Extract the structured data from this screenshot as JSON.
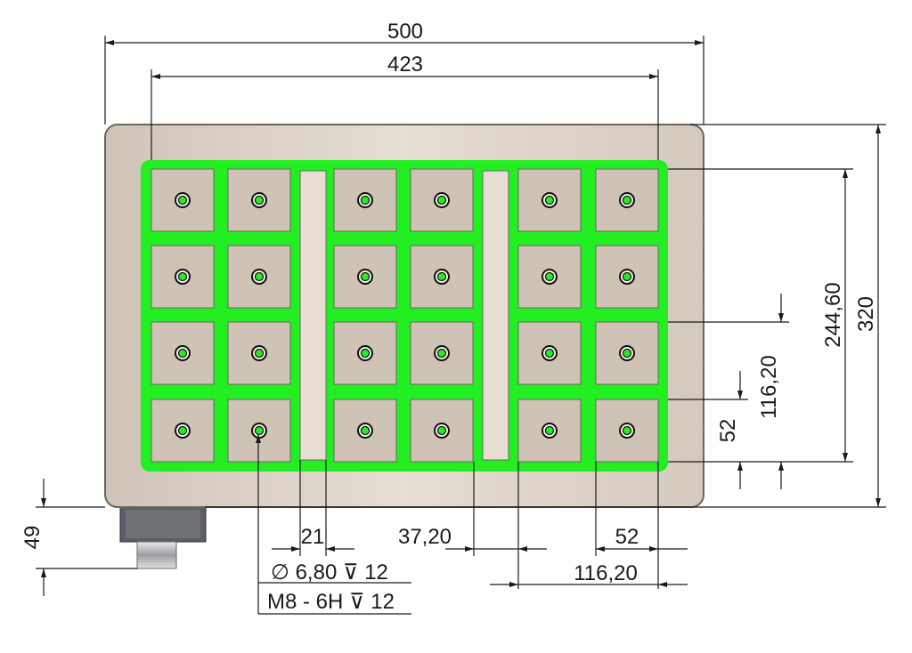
{
  "colors": {
    "plate": "#ddd3c9",
    "plate_edge": "#6b6560",
    "magnet_field": "#22ee22",
    "pole": "#cfc3b6",
    "line": "#1a1a1a",
    "connector": "#55585c"
  },
  "dimensions": {
    "overall_width": "500",
    "pole_span_width": "423",
    "overall_height": "320",
    "pole_span_height": "244,60",
    "pole_pitch_vertical": "116,20",
    "pole_size_vertical": "52",
    "connector_height": "49",
    "gap_width": "21",
    "gap_pitch": "37,20",
    "pole_size_horizontal": "52",
    "pole_pitch_horizontal": "116,20"
  },
  "hole_note": {
    "line1": "∅ 6,80 ⊽ 12",
    "line2": "M8 - 6H ⊽ 12"
  },
  "grid": {
    "rows": 4,
    "cols": 6,
    "gaps": 2
  }
}
